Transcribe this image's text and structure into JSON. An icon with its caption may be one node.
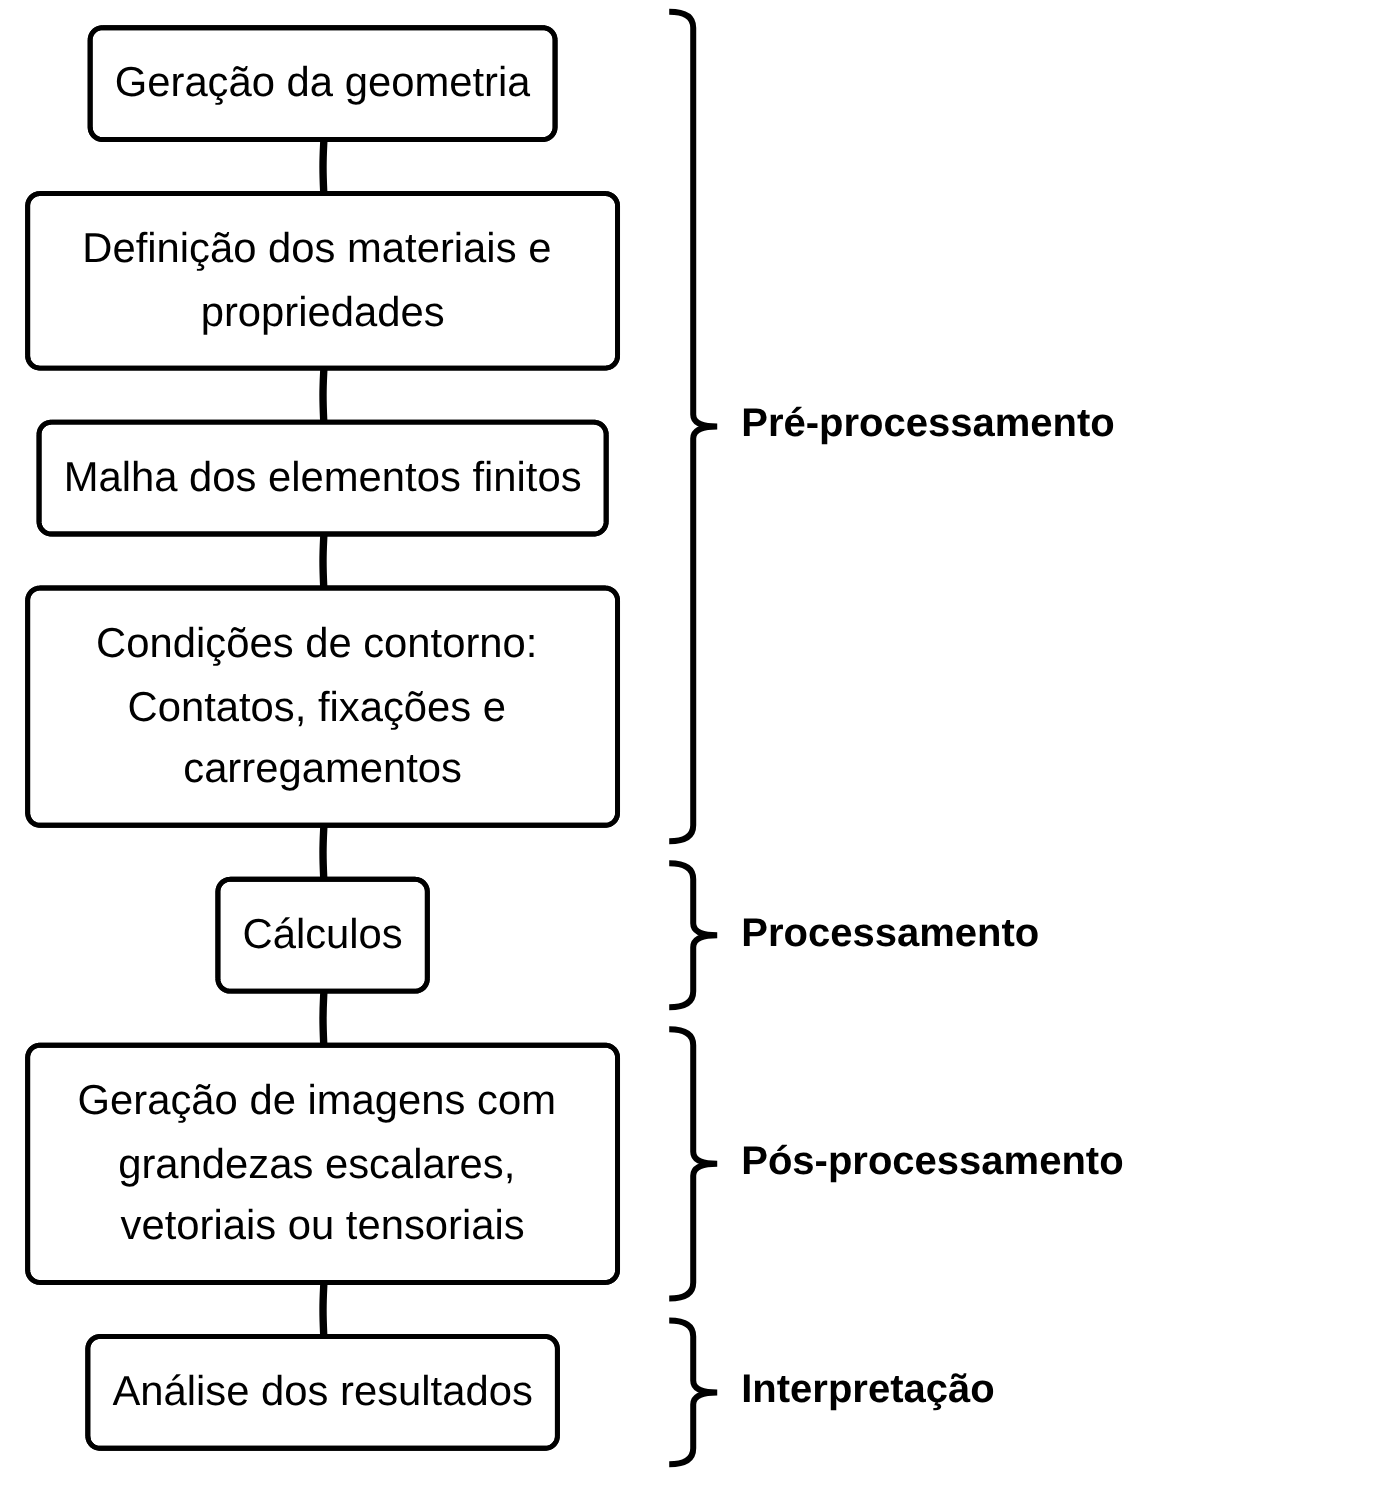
{
  "diagram": {
    "nodes": [
      {
        "text": [
          "Geração da geometria"
        ]
      },
      {
        "text": [
          "Definição dos materiais e propriedades"
        ]
      },
      {
        "text": [
          "Malha dos elementos finitos"
        ]
      },
      {
        "text": [
          "Condições de contorno: Contatos, fixações e carregamentos"
        ]
      },
      {
        "text": [
          "Cálculos"
        ]
      },
      {
        "text": [
          "Geração de imagens com grandezas escalares, vetoriais ou tensoriais"
        ]
      },
      {
        "text": [
          "Análise dos resultados"
        ]
      }
    ],
    "edges": [
      {
        "from": 0,
        "to": 1,
        "arrow": "none"
      },
      {
        "from": 1,
        "to": 2,
        "arrow": "none"
      },
      {
        "from": 2,
        "to": 3,
        "arrow": "none"
      },
      {
        "from": 3,
        "to": 4,
        "arrow": "none"
      },
      {
        "from": 4,
        "to": 5,
        "arrow": "none"
      },
      {
        "from": 5,
        "to": 6,
        "arrow": "none"
      }
    ],
    "labels": [
      "Pré-processamento",
      "Processamento",
      "Pós-processamento",
      "Interpretação"
    ]
  }
}
